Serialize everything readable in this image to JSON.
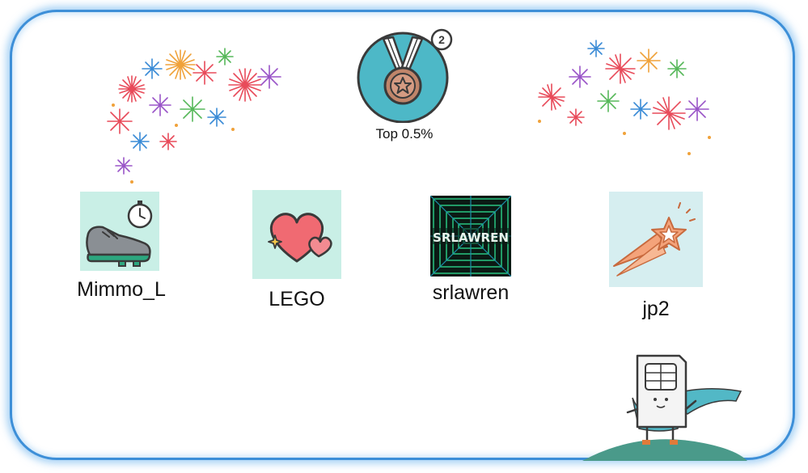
{
  "badge": {
    "rank_number": "2",
    "label": "Top 0.5%",
    "icon": "medal-icon"
  },
  "users": [
    {
      "name": "Mimmo_L",
      "icon": "running-shoe-stopwatch-icon"
    },
    {
      "name": "LEGO",
      "icon": "hearts-icon"
    },
    {
      "name": "srlawren",
      "icon": "tunnel-avatar-icon",
      "avatar_text": "SRLAWREN"
    },
    {
      "name": "jp2",
      "icon": "shooting-star-icon"
    }
  ],
  "decorations": {
    "fireworks": "fireworks-icon",
    "mascot": "sim-card-hero-icon"
  },
  "colors": {
    "frame": "#3d8fd8",
    "medal_teal": "#4db8c7",
    "medal_bronze": "#c0856a",
    "tile_mint": "#c9efe6"
  }
}
